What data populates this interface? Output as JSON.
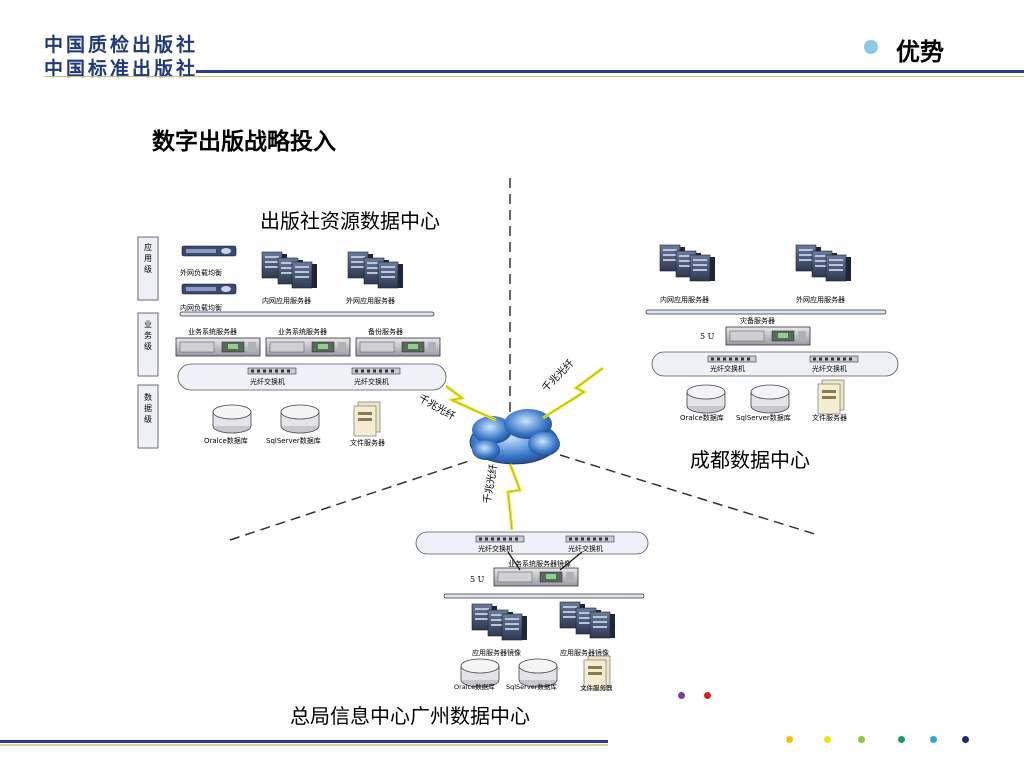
{
  "header": {
    "logo_line1": "中国质检出版社",
    "logo_line2": "中国标准出版社",
    "title": "优势"
  },
  "heading": "数字出版战略投入",
  "diagram": {
    "dc_publisher": {
      "title": "出版社资源数据中心",
      "tiers": [
        "应用级",
        "业务级",
        "数据级"
      ],
      "lb_outer": "外网负载均衡",
      "lb_inner": "内网负载均衡",
      "app_inner": "内网应用服务器",
      "app_outer": "外网应用服务器",
      "biz1": "业务系统服务器",
      "biz2": "业务系统服务器",
      "backup": "备份服务器",
      "switch1": "光纤交换机",
      "switch2": "光纤交换机",
      "db1": "Oralce数据库",
      "db2": "SqlServer数据库",
      "file": "文件服务器"
    },
    "dc_chengdu": {
      "title": "成都数据中心",
      "app_inner": "内网应用服务器",
      "app_outer": "外网应用服务器",
      "backup": "灾备服务器",
      "unit": "5 U",
      "switch1": "光纤交换机",
      "switch2": "光纤交换机",
      "db1": "Oralce数据库",
      "db2": "SqlServer数据库",
      "file": "文件服务器"
    },
    "dc_guangzhou": {
      "title": "总局信息中心广州数据中心",
      "switch1": "光纤交换机",
      "switch2": "光纤交换机",
      "mirror": "业务系统服务器镜像",
      "unit": "5 U",
      "app1": "应用服务器镜像",
      "app2": "应用服务器镜像",
      "db1": "Oralce数据库",
      "db2": "SqlServer数据库",
      "file": "文件服务器"
    },
    "links": {
      "to_publisher": "千兆光纤",
      "to_chengdu": "千兆光纤",
      "to_guangzhou": "千兆光纤"
    }
  },
  "colors": {
    "brand_blue": "#2b3f86",
    "accent_gold": "#d9d38f",
    "bullet": "#8ec9e2",
    "lightning": "#e8e81a"
  },
  "decor_dots": [
    "#7b3fa0",
    "#d92020",
    "#f2c20a",
    "#f2e60a",
    "#8cc63f",
    "#1aa05a",
    "#2aa8d0",
    "#1a2a6a"
  ]
}
